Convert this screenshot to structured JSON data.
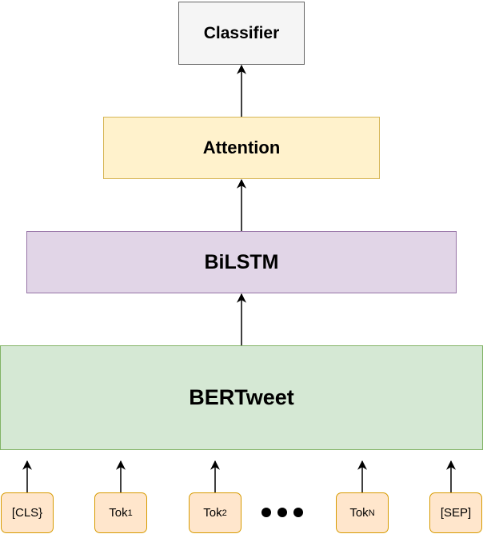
{
  "layers": {
    "classifier": {
      "label": "Classifier",
      "fill": "#f5f5f5",
      "stroke": "#666666"
    },
    "attention": {
      "label": "Attention",
      "fill": "#fff2cc",
      "stroke": "#d6b656"
    },
    "bilstm": {
      "label": "BiLSTM",
      "fill": "#e1d5e7",
      "stroke": "#9673a6"
    },
    "bertweet": {
      "label": "BERTweet",
      "fill": "#d5e8d4",
      "stroke": "#82b366"
    }
  },
  "tokens": [
    {
      "main": "[CLS}",
      "sub": ""
    },
    {
      "main": "Tok",
      "sub": "1"
    },
    {
      "main": "Tok",
      "sub": "2"
    },
    {
      "main": "Tok",
      "sub": "N"
    },
    {
      "main": "[SEP]",
      "sub": ""
    }
  ],
  "token_style": {
    "fill": "#ffe6cc",
    "stroke": "#d79b00"
  },
  "ellipsis_dots": 3,
  "edge_color": "#000000"
}
